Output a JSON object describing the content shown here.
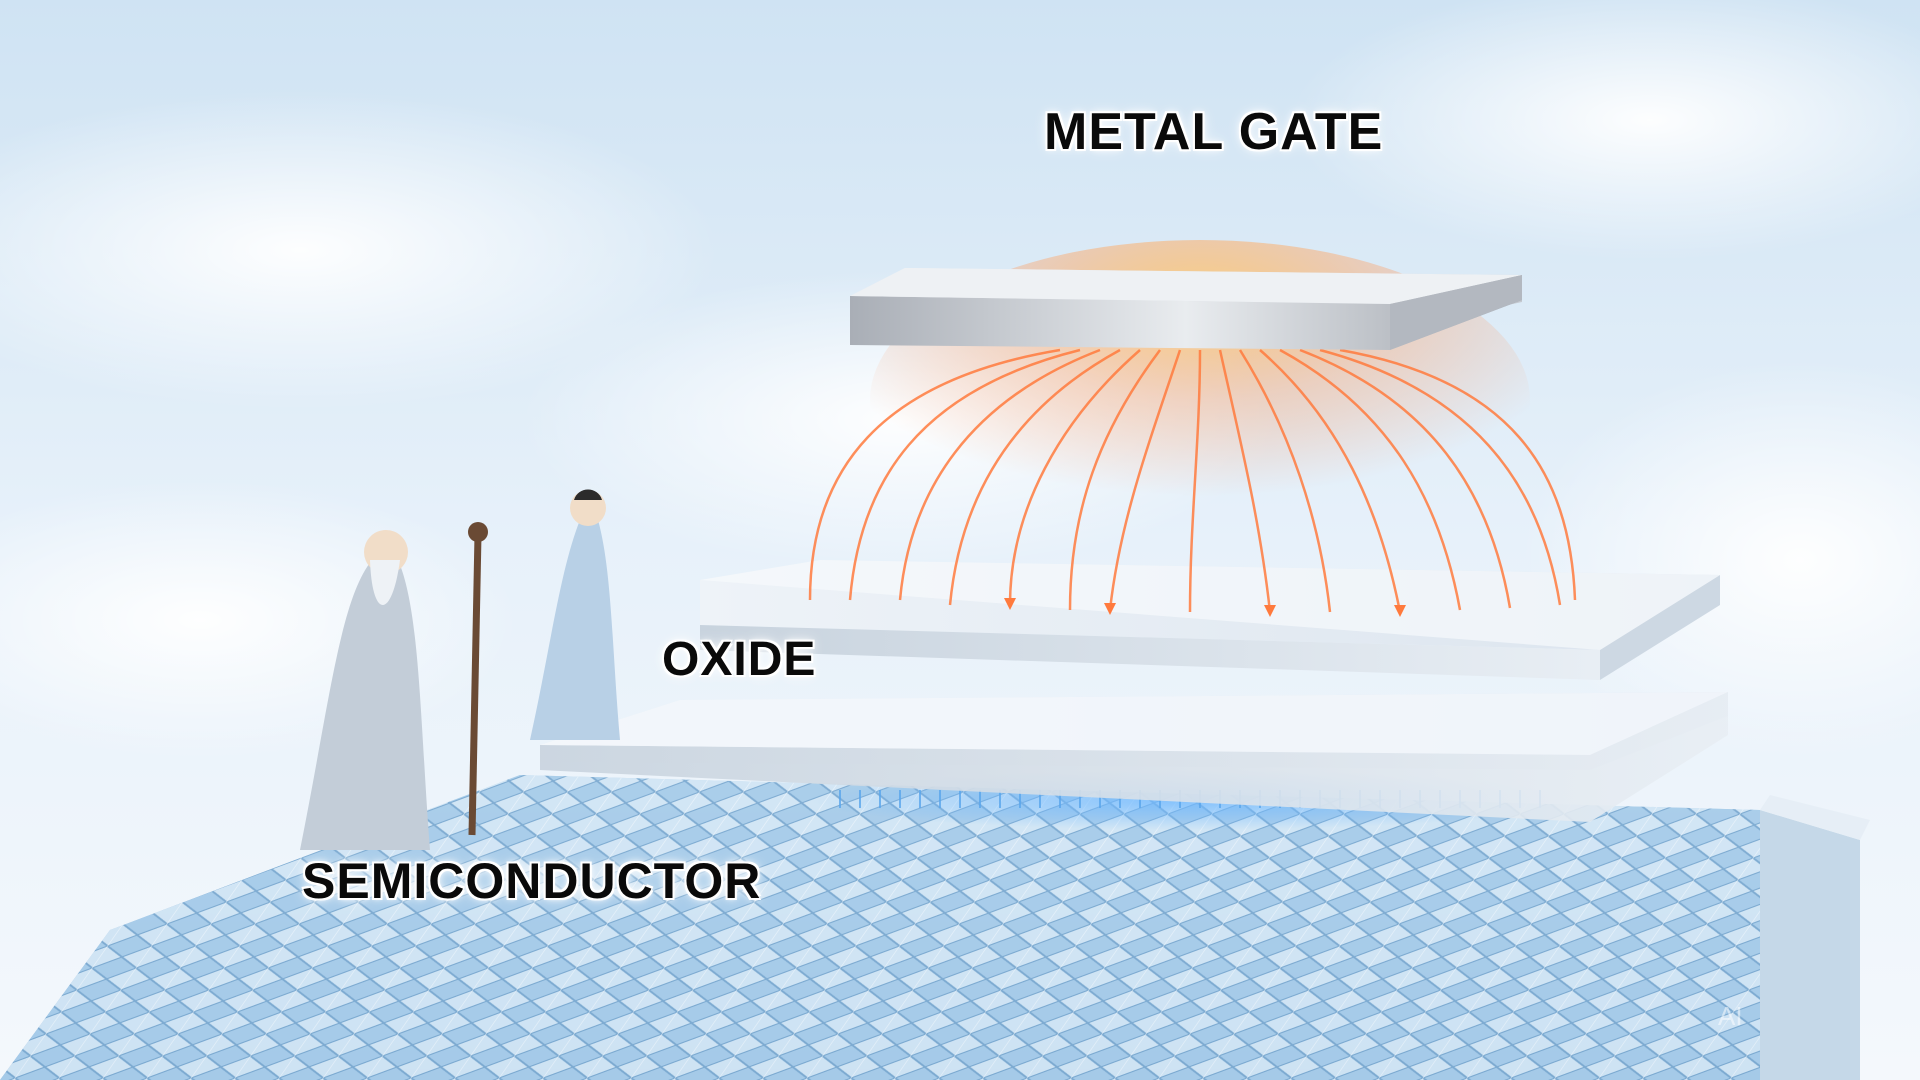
{
  "labels": {
    "metal_gate": "METAL GATE",
    "oxide": "OXIDE",
    "semiconductor": "SEMICONDUCTOR"
  },
  "colors": {
    "sky": "#dcebf7",
    "metal": "#c9cdd4",
    "oxide": "#dfe7f0",
    "semiconductor": "#9fc6e6",
    "field_lines": "#ff7a3d",
    "field_glow": "#ffd27a"
  }
}
